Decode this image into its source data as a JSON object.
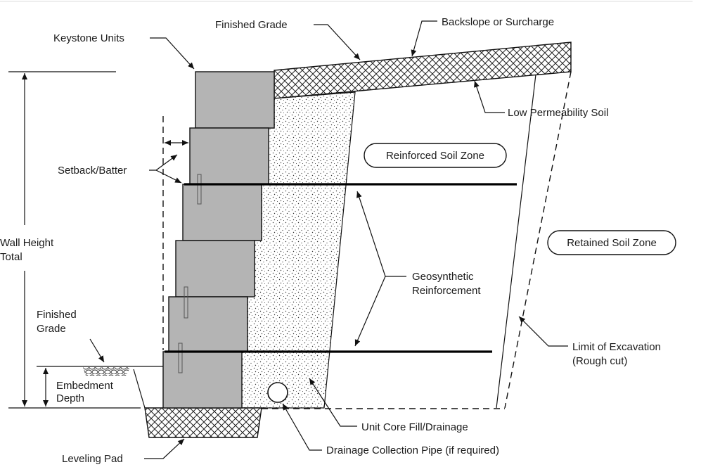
{
  "labels": {
    "keystone_units": "Keystone Units",
    "finished_grade_top": "Finished Grade",
    "backslope": "Backslope or Surcharge",
    "low_permeability": "Low Permeability Soil",
    "reinforced_zone": "Reinforced Soil Zone",
    "retained_zone": "Retained Soil Zone",
    "setback": "Setback/Batter",
    "wall_height_1": "Wall Height",
    "wall_height_2": "Total",
    "geosynthetic_1": "Geosynthetic",
    "geosynthetic_2": "Reinforcement",
    "finished_grade_low_1": "Finished",
    "finished_grade_low_2": "Grade",
    "embedment_1": "Embedment",
    "embedment_2": "Depth",
    "limit_excavation_1": "Limit of Excavation",
    "limit_excavation_2": "(Rough cut)",
    "unit_core_fill": "Unit Core Fill/Drainage",
    "drainage_pipe": "Drainage Collection Pipe (if required)",
    "leveling_pad": "Leveling Pad"
  }
}
